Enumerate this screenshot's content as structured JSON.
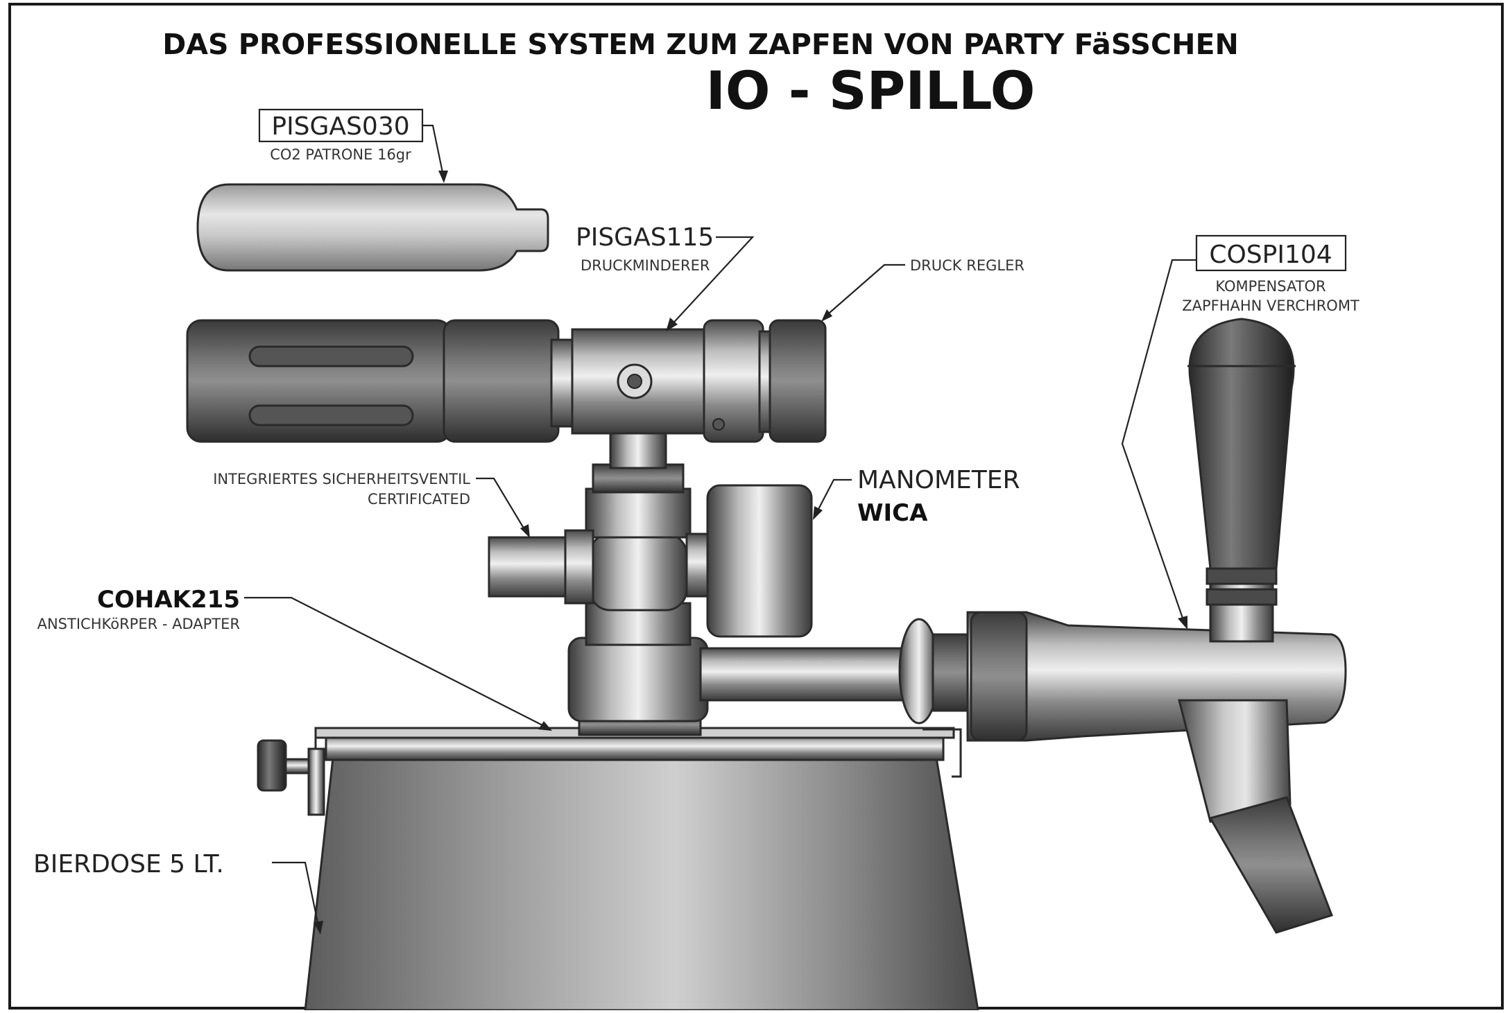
{
  "header": {
    "title": "DAS PROFESSIONELLE SYSTEM ZUM ZAPFEN VON  PARTY FäSSCHEN",
    "product": "IO - SPILLO"
  },
  "callouts": {
    "co2_cartridge": {
      "code": "PISGAS030",
      "desc": "CO2 PATRONE 16gr"
    },
    "pressure_reducer": {
      "code": "PISGAS115",
      "desc": "DRUCKMINDERER"
    },
    "pressure_regulator": {
      "desc": "DRUCK REGLER"
    },
    "tap": {
      "code": "COSPI104",
      "desc_line1": "KOMPENSATOR",
      "desc_line2": "ZAPFHAHN VERCHROMT"
    },
    "safety_valve": {
      "line1": "INTEGRIERTES SICHERHEITSVENTIL",
      "line2": "CERTIFICATED"
    },
    "manometer": {
      "line1": "MANOMETER",
      "line2": "WICA"
    },
    "adapter": {
      "code": "COHAK215",
      "desc": "ANSTICHKöRPER - ADAPTER"
    },
    "keg": {
      "desc": "BIERDOSE 5 LT."
    }
  }
}
